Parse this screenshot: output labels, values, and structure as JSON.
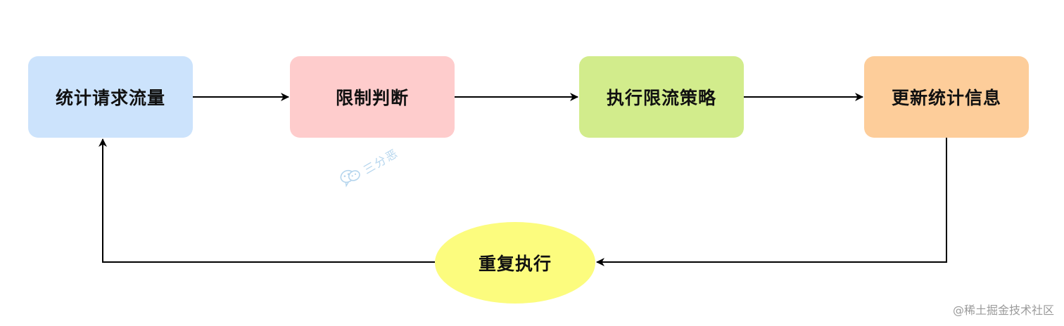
{
  "nodes": {
    "stat": {
      "label": "统计请求流量",
      "color": "#cce3fc"
    },
    "judge": {
      "label": "限制判断",
      "color": "#fecccc"
    },
    "exec": {
      "label": "执行限流策略",
      "color": "#d2ec8c"
    },
    "update": {
      "label": "更新统计信息",
      "color": "#fdcd9a"
    },
    "repeat": {
      "label": "重复执行",
      "color": "#fcfc7e"
    }
  },
  "edge_color": "#000000",
  "watermark": {
    "text": "三分恶",
    "icon": "wechat-icon",
    "color": "#9dc8e8"
  },
  "footer": {
    "text": "@稀土掘金技术社区"
  }
}
